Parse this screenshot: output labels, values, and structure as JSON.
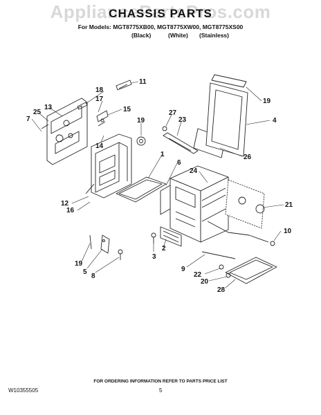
{
  "header": {
    "watermark": "AppliancePartsPros.com",
    "title": "CHASSIS PARTS",
    "models_line": "For Models: MGT8775XB00, MGT8775XW00, MGT8775XS00",
    "variants": [
      "(Black)",
      "(White)",
      "(Stainless)"
    ]
  },
  "callouts": [
    {
      "id": "11"
    },
    {
      "id": "18"
    },
    {
      "id": "17"
    },
    {
      "id": "15"
    },
    {
      "id": "13"
    },
    {
      "id": "25"
    },
    {
      "id": "7"
    },
    {
      "id": "14"
    },
    {
      "id": "19"
    },
    {
      "id": "27"
    },
    {
      "id": "23"
    },
    {
      "id": "19"
    },
    {
      "id": "4"
    },
    {
      "id": "26"
    },
    {
      "id": "1"
    },
    {
      "id": "6"
    },
    {
      "id": "24"
    },
    {
      "id": "21"
    },
    {
      "id": "12"
    },
    {
      "id": "16"
    },
    {
      "id": "10"
    },
    {
      "id": "3"
    },
    {
      "id": "2"
    },
    {
      "id": "19"
    },
    {
      "id": "5"
    },
    {
      "id": "8"
    },
    {
      "id": "9"
    },
    {
      "id": "22"
    },
    {
      "id": "20"
    },
    {
      "id": "28"
    }
  ],
  "footer": {
    "note": "FOR ORDERING INFORMATION REFER TO PARTS PRICE LIST",
    "doc_number": "W10355505",
    "page": "5"
  }
}
